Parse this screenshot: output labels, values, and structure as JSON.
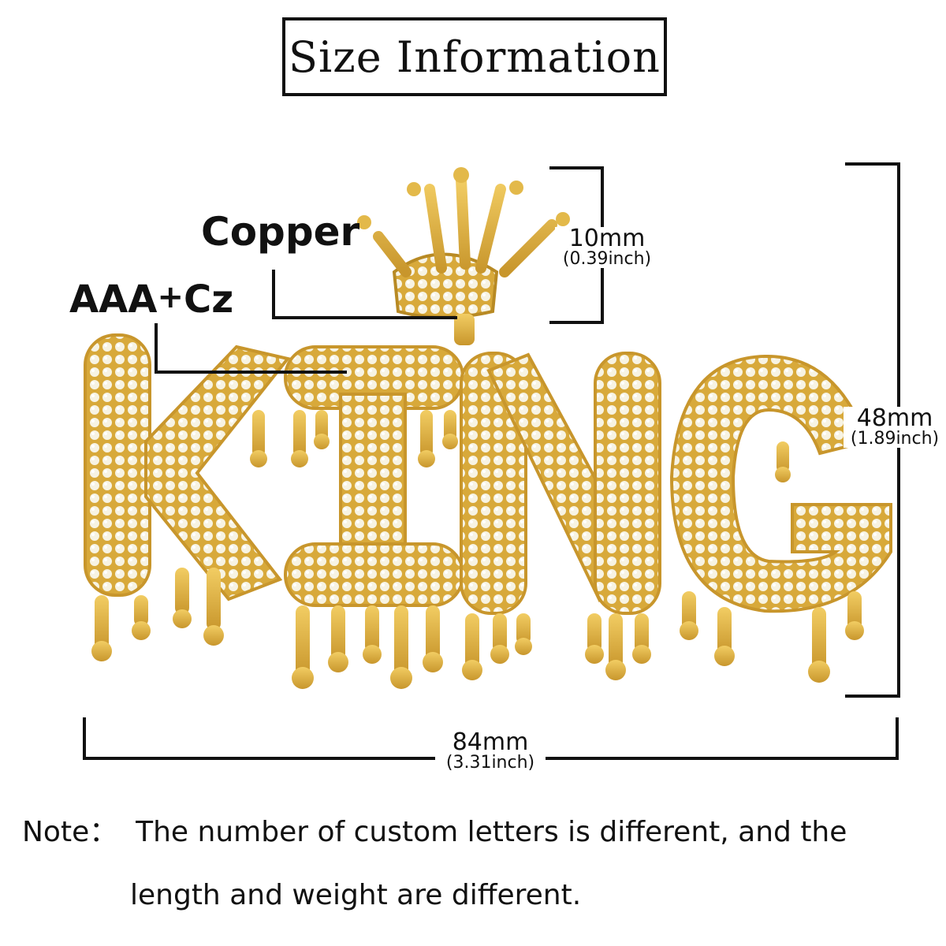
{
  "title": "Size Information",
  "labels": {
    "material": "Copper",
    "stone_main": "AAA",
    "stone_sup": "+",
    "stone_tail": "Cz"
  },
  "pendant_text": "KING",
  "dimensions": {
    "crown_height": {
      "mm": "10mm",
      "inch": "(0.39inch)"
    },
    "height": {
      "mm": "48mm",
      "inch": "(1.89inch)"
    },
    "width": {
      "mm": "84mm",
      "inch": "(3.31inch)"
    }
  },
  "note": {
    "prefix": "Note：",
    "line1": "The number of custom letters is different, and the",
    "line2": "length and weight are different."
  },
  "colors": {
    "gold": "#e3b94a",
    "gold_dark": "#b88a24",
    "stone": "#f6f1dc",
    "line": "#111111"
  }
}
